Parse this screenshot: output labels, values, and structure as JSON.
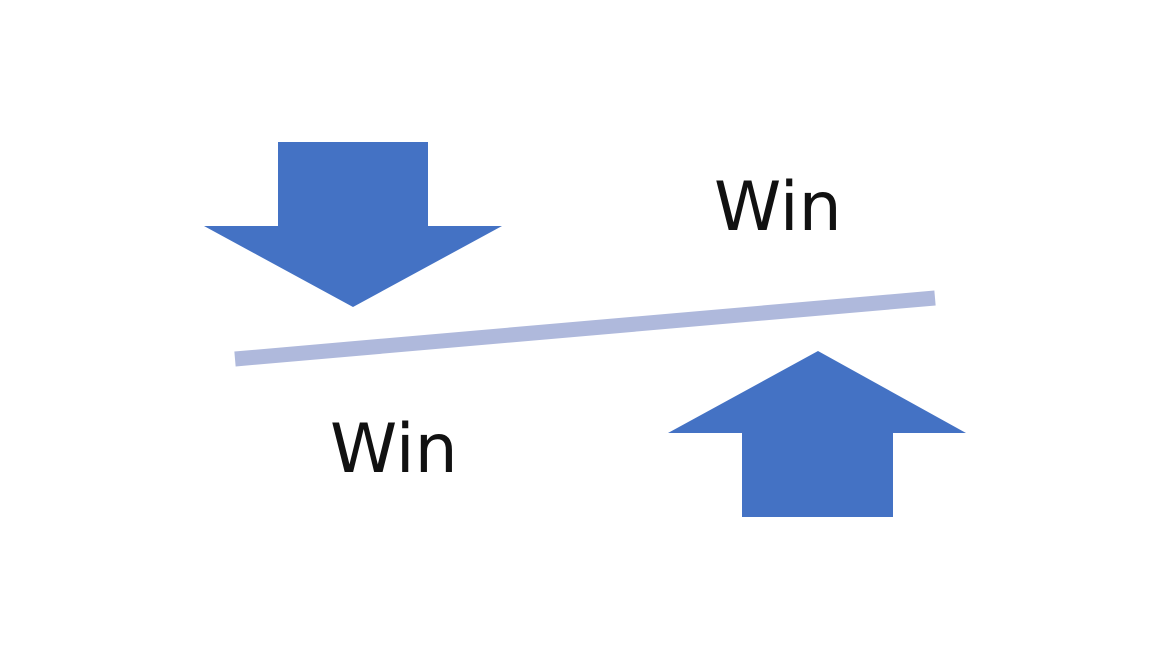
{
  "diagram": {
    "labels": {
      "upper": "Win",
      "lower": "Win"
    },
    "arrows": [
      {
        "direction": "down"
      },
      {
        "direction": "up"
      }
    ],
    "colors": {
      "arrow": "#4472C4",
      "line": "#AFB9DC",
      "text": "#111111",
      "background": "#FFFFFF"
    }
  }
}
